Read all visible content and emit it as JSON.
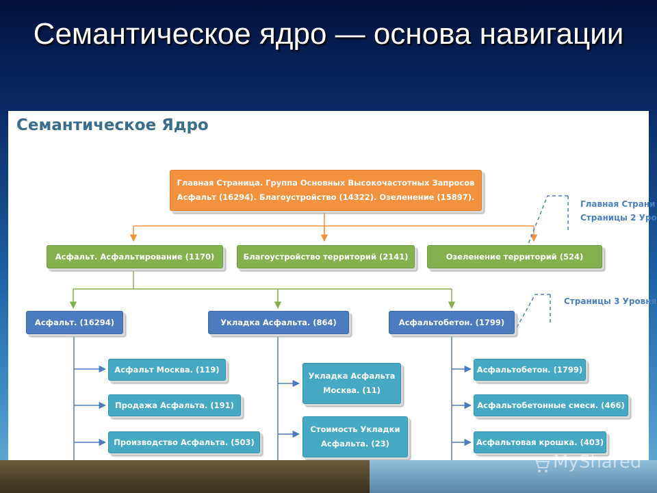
{
  "slide": {
    "title": "Семантическое ядро — основа навигации"
  },
  "diagram": {
    "heading": "Семантическое Ядро",
    "root": {
      "line1": "Главная Страница. Группа Основных Высокочастотных Запросов",
      "line2": "Асфальт (16294). Благоустройство (14322). Озеленение (15897)."
    },
    "level2": [
      "Асфальт. Асфальтирование (1170)",
      "Благоустройство территорий (2141)",
      "Озеленение территорий (524)"
    ],
    "level3": [
      "Асфальт. (16294)",
      "Укладка Асфальта. (864)",
      "Асфальтобетон. (1799)"
    ],
    "col1_items": [
      "Асфальт Москва. (119)",
      "Продажа Асфальта. (191)",
      "Производство Асфальта. (503)"
    ],
    "col2_items": [
      {
        "line1": "Укладка Асфальта",
        "line2": "Москва. (11)"
      },
      {
        "line1": "Стоимость Укладки",
        "line2": "Асфальта. (23)"
      }
    ],
    "col3_items": [
      "Асфальтобетон. (1799)",
      "Асфальтобетонные смеси. (466)",
      "Асфальтовая крошка. (403)"
    ],
    "legend": {
      "level2_line1": "Главная Страни",
      "level2_line2": "Страницы 2 Уро",
      "level3": "Страницы 3 Уровня"
    },
    "colors": {
      "root": "#f3923e",
      "level2": "#84b14d",
      "level3": "#4c7cbf",
      "leaf": "#45a9c4",
      "legend_text": "#4a7fc0"
    }
  },
  "watermark": {
    "text": "MyShared"
  }
}
